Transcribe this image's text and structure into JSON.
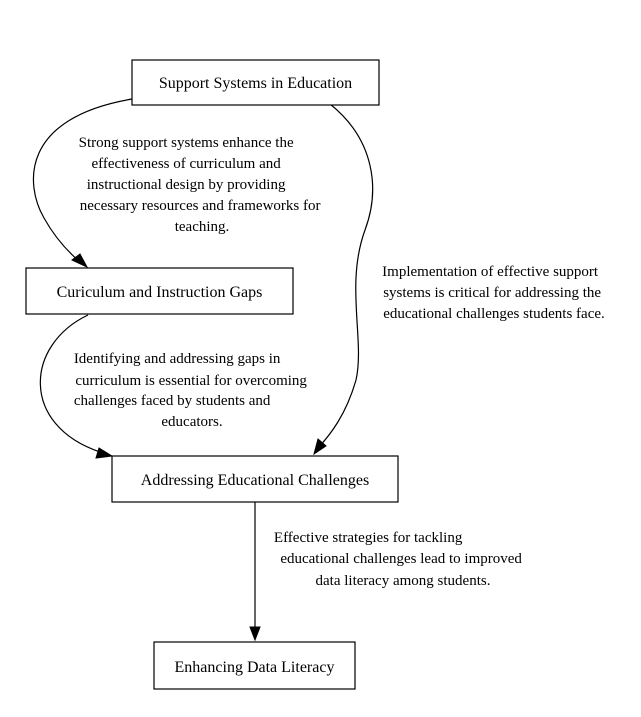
{
  "nodes": {
    "support": {
      "label": "Support Systems in Education"
    },
    "gaps": {
      "label": "Curiculum and Instruction Gaps"
    },
    "challenges": {
      "label": "Addressing Educational Challenges"
    },
    "literacy": {
      "label": "Enhancing Data Literacy"
    }
  },
  "edges": {
    "support_to_gaps": {
      "lines": [
        "Strong support systems enhance the",
        "effectiveness of curriculum and",
        "instructional design by providing",
        "necessary resources and frameworks for",
        "teaching."
      ]
    },
    "support_to_challenges": {
      "lines": [
        "Implementation of effective support",
        "systems is critical for addressing the",
        "educational challenges students face."
      ]
    },
    "gaps_to_challenges": {
      "lines": [
        "Identifying and addressing gaps in",
        "curriculum is essential for overcoming",
        "challenges faced by students and",
        "educators."
      ]
    },
    "challenges_to_literacy": {
      "lines": [
        "Effective strategies for tackling",
        "educational challenges lead to improved",
        "data literacy among students."
      ]
    }
  }
}
